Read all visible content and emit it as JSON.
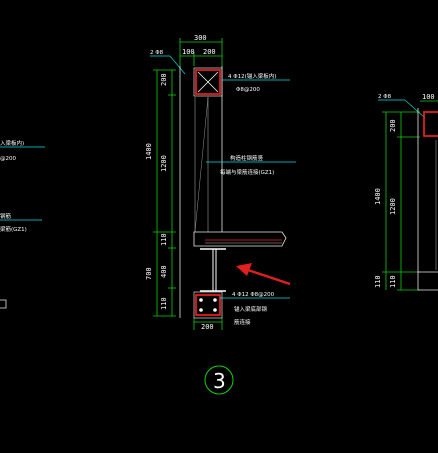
{
  "drawing": {
    "main": {
      "dims_top": [
        "300",
        "100",
        "200"
      ],
      "dims_left": [
        "200",
        "1400",
        "1200",
        "110",
        "700",
        "400",
        "110"
      ],
      "dim_bottom": "200",
      "label_2d": "2 Φ8",
      "note_top_1": "4 Φ12(锚入梁板内)",
      "note_top_2": "Φ8@200",
      "note_mid_1": "构造柱钢筋竖",
      "note_mid_2": "每端与梁筋连接(GZ1)",
      "note_bot_1": "4 Φ12 Φ8@200",
      "note_bot_2": "锚入梁底部钢",
      "note_bot_3": "筋连接"
    },
    "left_fragment": {
      "note_1": "入梁板内)",
      "note_2": "@200",
      "note_3": "钢筋",
      "note_4": "梁筋(GZ1)"
    },
    "right_fragment": {
      "label_2d": "2 Φ8",
      "dim_top": "100",
      "dims_left": [
        "200",
        "1400",
        "1200",
        "110",
        "110"
      ]
    },
    "section_label": "3",
    "colors": {
      "dimension_green": "#10d010",
      "rebar_red": "#ff2020",
      "note_cyan": "#00e5e5",
      "arrow_red": "#e02020"
    }
  }
}
